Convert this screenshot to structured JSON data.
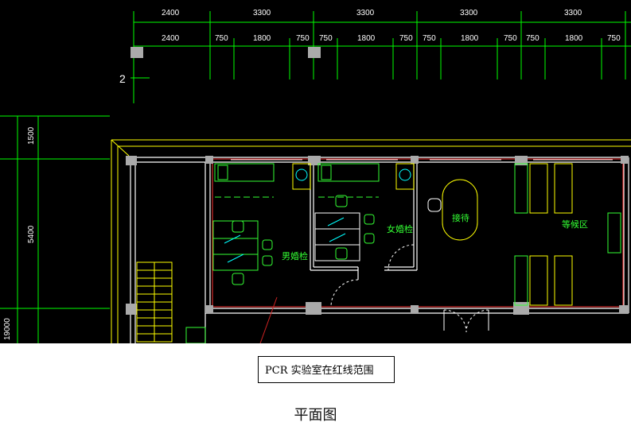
{
  "dimensions": {
    "top_row": [
      "2400",
      "3300",
      "3300",
      "3300",
      "3300"
    ],
    "second_row": [
      "2400",
      "750",
      "1800",
      "750",
      "750",
      "1800",
      "750",
      "750",
      "1800",
      "750",
      "750",
      "1800",
      "750"
    ],
    "left_col": [
      "1500",
      "5400",
      "19000"
    ],
    "grid_axis": "2"
  },
  "rooms": {
    "male_check": "男婚检",
    "female_check": "女婚检",
    "reception": "接待",
    "waiting_area": "等候区"
  },
  "callout": {
    "text": "PCR 实验室在红线范围"
  },
  "caption": "平面图",
  "colors": {
    "background": "#000000",
    "dimension": "#00ff00",
    "wall": "#ffffff",
    "furniture": "#33ff33",
    "outline": "#ffff00",
    "red_line": "#ff3333",
    "cyan": "#00ffff",
    "column": "#aaaaaa"
  }
}
